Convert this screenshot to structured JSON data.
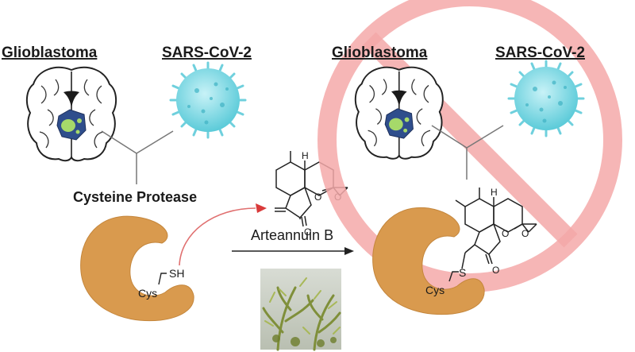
{
  "left": {
    "title_glioblastoma": "Glioblastoma",
    "title_sars": "SARS-CoV-2",
    "protease_label": "Cysteine Protease",
    "cys_label": "Cys",
    "sh_label": "SH"
  },
  "arrow": {
    "label": "Arteannuin B"
  },
  "right": {
    "title_glioblastoma": "Glioblastoma",
    "title_sars": "SARS-CoV-2",
    "cys_label": "Cys",
    "s_label": "S"
  },
  "chem": {
    "h_label": "H",
    "o1": "O",
    "o2": "O",
    "o_carbonyl": "O"
  },
  "colors": {
    "enzyme": "#D99A4E",
    "virus": "#7FD8E3",
    "prohibit": "#F4A9A9",
    "tumor": "#2F4E8C",
    "tumor_core": "#A6D96A"
  },
  "icons": {
    "brain": "brain-icon",
    "virus": "virus-icon",
    "plant": "plant-photo",
    "prohibit": "prohibition-sign"
  }
}
